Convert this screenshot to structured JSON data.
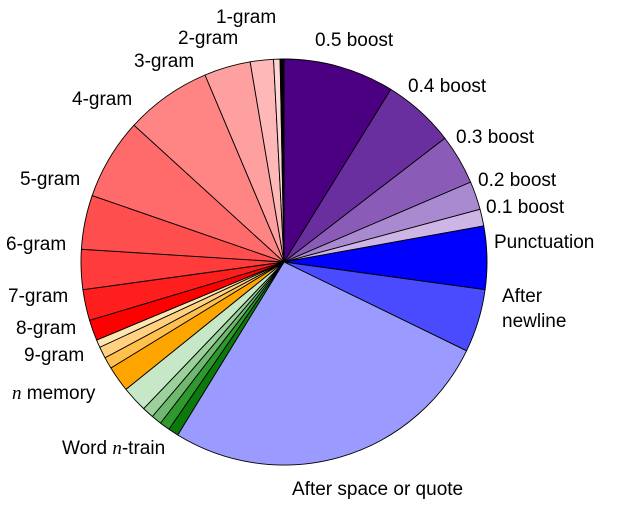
{
  "chart_data": {
    "type": "pie",
    "title": "",
    "start_angle_deg": 0,
    "direction": "clockwise",
    "slices": [
      {
        "label": "0.5 boost",
        "value": 8.6,
        "color": "#4b0082"
      },
      {
        "label": "0.4 boost",
        "value": 5.6,
        "color": "#6a2f9f"
      },
      {
        "label": "0.3 boost",
        "value": 3.9,
        "color": "#8a5cb8"
      },
      {
        "label": "0.2 boost",
        "value": 2.2,
        "color": "#a98ad0"
      },
      {
        "label": "0.1 boost",
        "value": 1.3,
        "color": "#cdb6e6"
      },
      {
        "label": "Punctuation",
        "value": 4.9,
        "color": "#0000ff"
      },
      {
        "label_parts": [
          "After",
          "newline"
        ],
        "value": 4.9,
        "color": "#4a4aff"
      },
      {
        "label": "After space or quote",
        "value": 25.9,
        "color": "#9b9bff"
      },
      {
        "label": "",
        "value": 0.8,
        "color": "#0a7a0a"
      },
      {
        "label": "",
        "value": 0.8,
        "color": "#2e992e"
      },
      {
        "label": "",
        "value": 0.8,
        "color": "#6fb86f"
      },
      {
        "label": "",
        "value": 0.9,
        "color": "#9cd19c"
      },
      {
        "label": "Word n-train",
        "label_parts": [
          "Word ",
          "n",
          "-train"
        ],
        "value": 2.0,
        "color": "#c6e8c6"
      },
      {
        "label": "",
        "value": 2.0,
        "color": "#ffa500"
      },
      {
        "label": "",
        "value": 0.9,
        "color": "#ffc04d"
      },
      {
        "label": "",
        "value": 0.9,
        "color": "#ffd180"
      },
      {
        "label": "n memory",
        "label_parts": [
          "n",
          " memory"
        ],
        "value": 0.6,
        "color": "#ffe7b3"
      },
      {
        "label": "9-gram",
        "value": 1.6,
        "color": "#ff0000"
      },
      {
        "label": "8-gram",
        "value": 2.4,
        "color": "#ff1e1e"
      },
      {
        "label": "7-gram",
        "value": 3.1,
        "color": "#ff3b3b"
      },
      {
        "label": "6-gram",
        "value": 4.2,
        "color": "#ff4e4e"
      },
      {
        "label": "5-gram",
        "value": 6.3,
        "color": "#ff6a6a"
      },
      {
        "label": "4-gram",
        "value": 6.7,
        "color": "#ff8585"
      },
      {
        "label": "3-gram",
        "value": 3.6,
        "color": "#ffa0a0"
      },
      {
        "label": "2-gram",
        "value": 1.8,
        "color": "#ffb8b8"
      },
      {
        "label": "1-gram",
        "value": 0.5,
        "color": "#ffd6d6"
      },
      {
        "label": "",
        "value": 0.3,
        "color": "#000000"
      }
    ]
  }
}
